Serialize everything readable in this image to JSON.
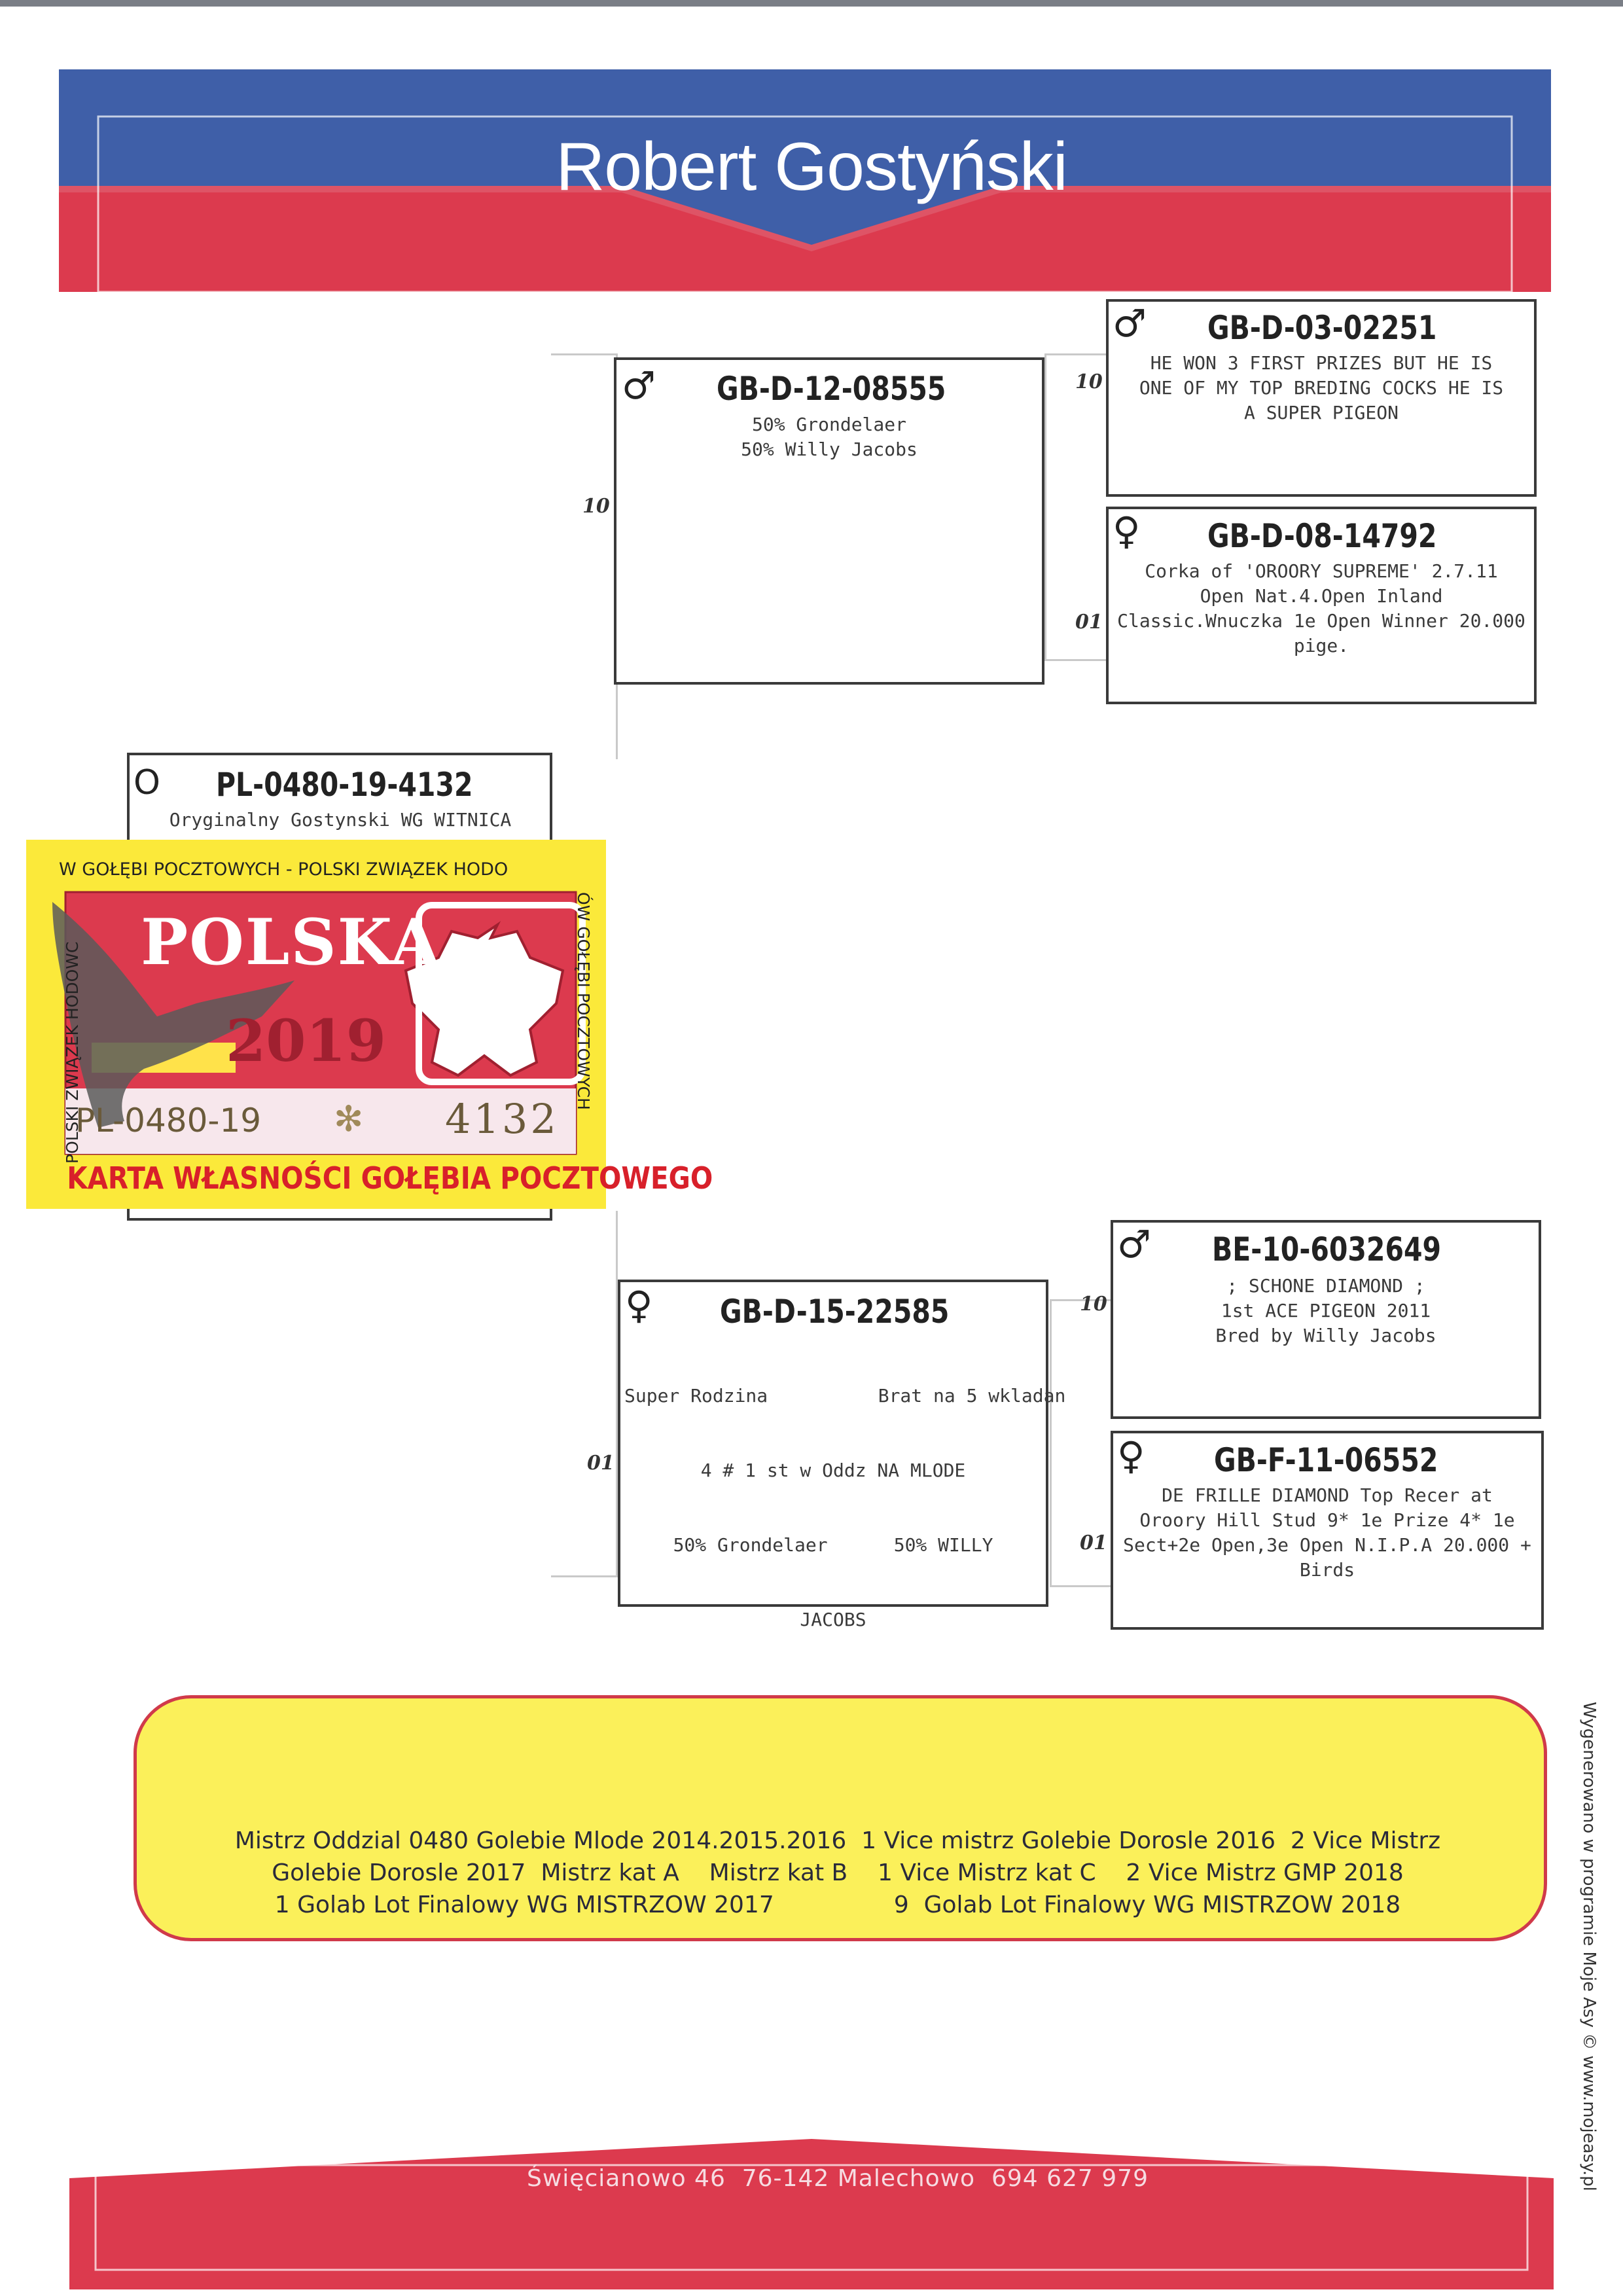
{
  "header": {
    "title": "Robert Gostyński"
  },
  "subject": {
    "ring": "PL-0480-19-4132",
    "sex_symbol": "O",
    "note": "Oryginalny Gostynski WG WITNICA"
  },
  "sire": {
    "ring": "GB-D-12-08555",
    "sex_symbol": "♂",
    "score": "10",
    "lines": [
      "50% Grondelaer",
      "50% Willy Jacobs"
    ]
  },
  "dam": {
    "ring": "GB-D-15-22585",
    "sex_symbol": "♀",
    "score": "01",
    "lines": [
      "Super Rodzina          Brat na 5 wkladan",
      "4 # 1 st w Oddz NA MLODE",
      "50% Grondelaer      50% WILLY",
      "JACOBS"
    ]
  },
  "sire_sire": {
    "ring": "GB-D-03-02251",
    "sex_symbol": "♂",
    "score": "10",
    "lines": [
      "HE WON 3 FIRST PRIZES  BUT HE IS",
      "ONE OF MY TOP BREDING COCKS  HE IS",
      "A SUPER PIGEON"
    ]
  },
  "sire_dam": {
    "ring": "GB-D-08-14792",
    "sex_symbol": "♀",
    "score": "01",
    "lines": [
      "Corka of 'OROORY SUPREME' 2.7.11",
      "Open Nat.4.Open Inland",
      "Classic.Wnuczka 1e Open Winner 20.000",
      "pige."
    ]
  },
  "dam_sire": {
    "ring": "BE-10-6032649",
    "sex_symbol": "♂",
    "score": "10",
    "lines": [
      "; SCHONE DIAMOND ;",
      "1st ACE PIGEON 2011",
      "Bred by Willy Jacobs"
    ]
  },
  "dam_dam": {
    "ring": "GB-F-11-06552",
    "sex_symbol": "♀",
    "score": "01",
    "lines": [
      "DE FRILLE DIAMOND Top Recer at",
      "Oroory Hill Stud 9* 1e Prize 4* 1e",
      "Sect+2e Open,3e Open N.I.P.A 20.000 +",
      "Birds"
    ]
  },
  "ownership_card": {
    "ring_text": "W GOŁĘBI POCZTOWYCH - POLSKI ZWIĄZEK HODO",
    "left_text": "POLSKI ZWIĄZEK HODOWC",
    "right_text": "ÓW GOŁĘBI POCZTOWYCH",
    "country": "POLSKA",
    "year": "2019",
    "ring_prefix": "PL-0480-19",
    "ring_number": "4132",
    "caption": "KARTA WŁASNOŚCI GOŁĘBIA POCZTOWEGO"
  },
  "achievements": {
    "lines": [
      "Mistrz Oddzial 0480 Golebie Mlode 2014.2015.2016  1 Vice mistrz Golebie Dorosle 2016  2 Vice Mistrz",
      "Golebie Dorosle 2017  Mistrz kat A    Mistrz kat B    1 Vice Mistrz kat C    2 Vice Mistrz GMP 2018",
      "1 Golab Lot Finalowy WG MISTRZOW 2017                9  Golab Lot Finalowy WG MISTRZOW 2018"
    ]
  },
  "footer": {
    "address": "Święcianowo 46  76-142 Malechowo  694 627 979"
  },
  "side_note": "Wygenerowano w programie Moje Asy © www.mojeasy.pl",
  "colors": {
    "blue": "#3f5fa8",
    "red": "#dc3a4e",
    "yellow": "#fbf05a",
    "card_yellow": "#fbe93a"
  }
}
